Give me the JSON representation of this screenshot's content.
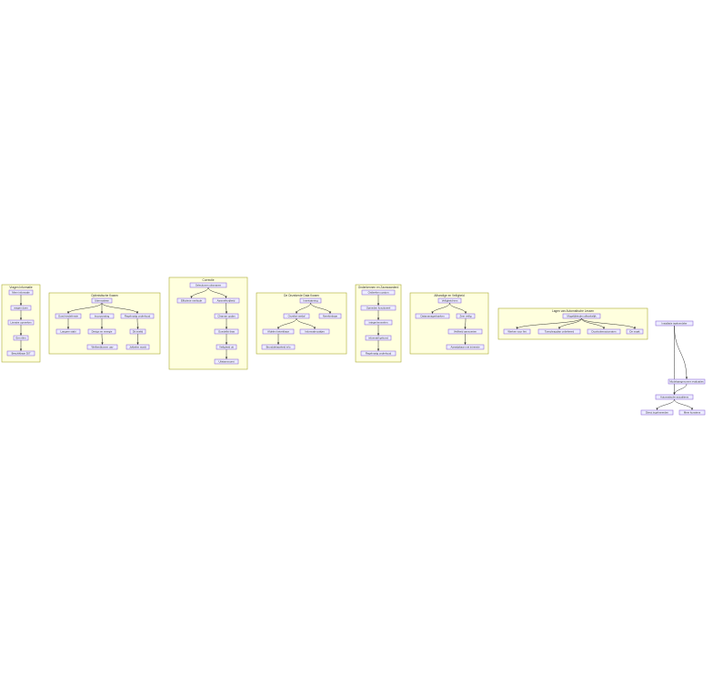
{
  "diagram": {
    "clusters": [
      {
        "id": "c1",
        "label": "Vragen Informatie"
      },
      {
        "id": "c2",
        "label": "Optimistische Kwaen"
      },
      {
        "id": "c3",
        "label": "Correctie"
      },
      {
        "id": "c4",
        "label": "De Onzekerde Data Kwaen"
      },
      {
        "id": "c5",
        "label": "Onderkennen en Zaorwaarderd"
      },
      {
        "id": "c6",
        "label": "Afhandige en Veiligheid"
      },
      {
        "id": "c7",
        "label": "Lagen van Automatische Lessen"
      }
    ],
    "nodes": [
      {
        "id": "n1",
        "label": "Meer informatie"
      },
      {
        "id": "n2",
        "label": "vragen doen"
      },
      {
        "id": "n3",
        "label": "Lineaire opmerken"
      },
      {
        "id": "n4",
        "label": "Een rilen"
      },
      {
        "id": "n5",
        "label": "Beschikbaar 307"
      },
      {
        "id": "n6",
        "label": "Uitermatiese"
      },
      {
        "id": "n7",
        "label": "Goed-insdefensie"
      },
      {
        "id": "n8",
        "label": "Incorporating"
      },
      {
        "id": "n9",
        "label": "Regelmatig onderhoud"
      },
      {
        "id": "n10",
        "label": "Langere stabi"
      },
      {
        "id": "n11",
        "label": "Design en energie"
      },
      {
        "id": "n12",
        "label": "Dit intelid"
      },
      {
        "id": "n13",
        "label": "Welkerdkomen uav"
      },
      {
        "id": "n14",
        "label": "Jokkelen wordt"
      },
      {
        "id": "n15",
        "label": "Selectionen uitsmanen"
      },
      {
        "id": "n16",
        "label": "Efficiënte methode"
      },
      {
        "id": "n17",
        "label": "Aanmelkvrijheid"
      },
      {
        "id": "n18",
        "label": "Chaman opdan"
      },
      {
        "id": "n19",
        "label": "Goedelikt thas"
      },
      {
        "id": "n20",
        "label": "Veiligheid uit"
      },
      {
        "id": "n21",
        "label": "Uitstamvoorst"
      },
      {
        "id": "n22",
        "label": "Inzetvatering"
      },
      {
        "id": "n23",
        "label": "Onzeker-wetlaf"
      },
      {
        "id": "n24",
        "label": "Neerkenbaar"
      },
      {
        "id": "n25",
        "label": "Afdelen betrekbaar"
      },
      {
        "id": "n26",
        "label": "Informatie-pakjes"
      },
      {
        "id": "n27",
        "label": "Bronddebaarheid info"
      },
      {
        "id": "n28",
        "label": "Ontbreken custom"
      },
      {
        "id": "n29",
        "label": "Opmeden functioneel"
      },
      {
        "id": "n30",
        "label": "integer/emmelen"
      },
      {
        "id": "n31",
        "label": "informatif gebond"
      },
      {
        "id": "n32",
        "label": "Regelmatig onderhoud"
      },
      {
        "id": "n33",
        "label": "Veiligheid-tem"
      },
      {
        "id": "n34",
        "label": "Datamanagerbanken"
      },
      {
        "id": "n35",
        "label": "Zeer veilig"
      },
      {
        "id": "n36",
        "label": "Veiliheid aanvoerten"
      },
      {
        "id": "n37",
        "label": "Aanwijsbaar met intrensie"
      },
      {
        "id": "n38",
        "label": "Mogelijkheden afhankelijk"
      },
      {
        "id": "n39",
        "label": "Werken voor fiet"
      },
      {
        "id": "n40",
        "label": "Toeschrapplan onbeheerd"
      },
      {
        "id": "n41",
        "label": "Doorbuitenautomaten"
      },
      {
        "id": "n42",
        "label": "De maak"
      },
      {
        "id": "n43",
        "label": "Installatie taakverdeler"
      },
      {
        "id": "n44",
        "label": "Modelaangenomen evaluaties"
      },
      {
        "id": "n45",
        "label": "Automatische actualitens"
      },
      {
        "id": "n46",
        "label": "Direct ingelmeerden"
      },
      {
        "id": "n47",
        "label": "Meer kunstens"
      }
    ]
  }
}
